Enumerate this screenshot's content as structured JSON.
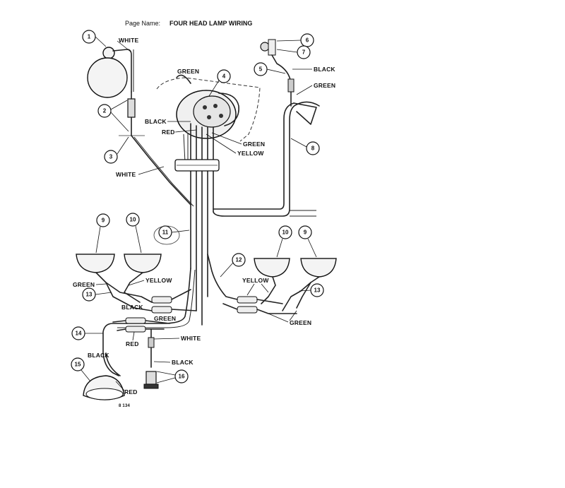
{
  "header": {
    "page_name_label": "Page Name:",
    "page_name_value": "FOUR HEAD LAMP WIRING"
  },
  "diagram": {
    "wire_labels": {
      "white_top": "WHITE",
      "green_top": "GREEN",
      "black_switch": "BLACK",
      "red_switch": "RED",
      "green_switch": "GREEN",
      "yellow_switch": "YELLOW",
      "white_mid": "WHITE",
      "black_top_right": "BLACK",
      "green_top_right": "GREEN",
      "green_left": "GREEN",
      "yellow_left": "YELLOW",
      "black_left_connector": "BLACK",
      "green_left_connector": "GREEN",
      "red_left_connector": "RED",
      "white_bottom": "WHITE",
      "black_bottom_lamp": "BLACK",
      "black_bottom_switch": "BLACK",
      "red_bottom_lamp": "RED",
      "yellow_right": "YELLOW",
      "green_right": "GREEN"
    },
    "callouts": [
      "1",
      "2",
      "3",
      "4",
      "5",
      "6",
      "7",
      "8",
      "9",
      "10",
      "11",
      "12",
      "10",
      "9",
      "13",
      "13",
      "14",
      "15",
      "16"
    ],
    "figure_code": "8 134"
  }
}
